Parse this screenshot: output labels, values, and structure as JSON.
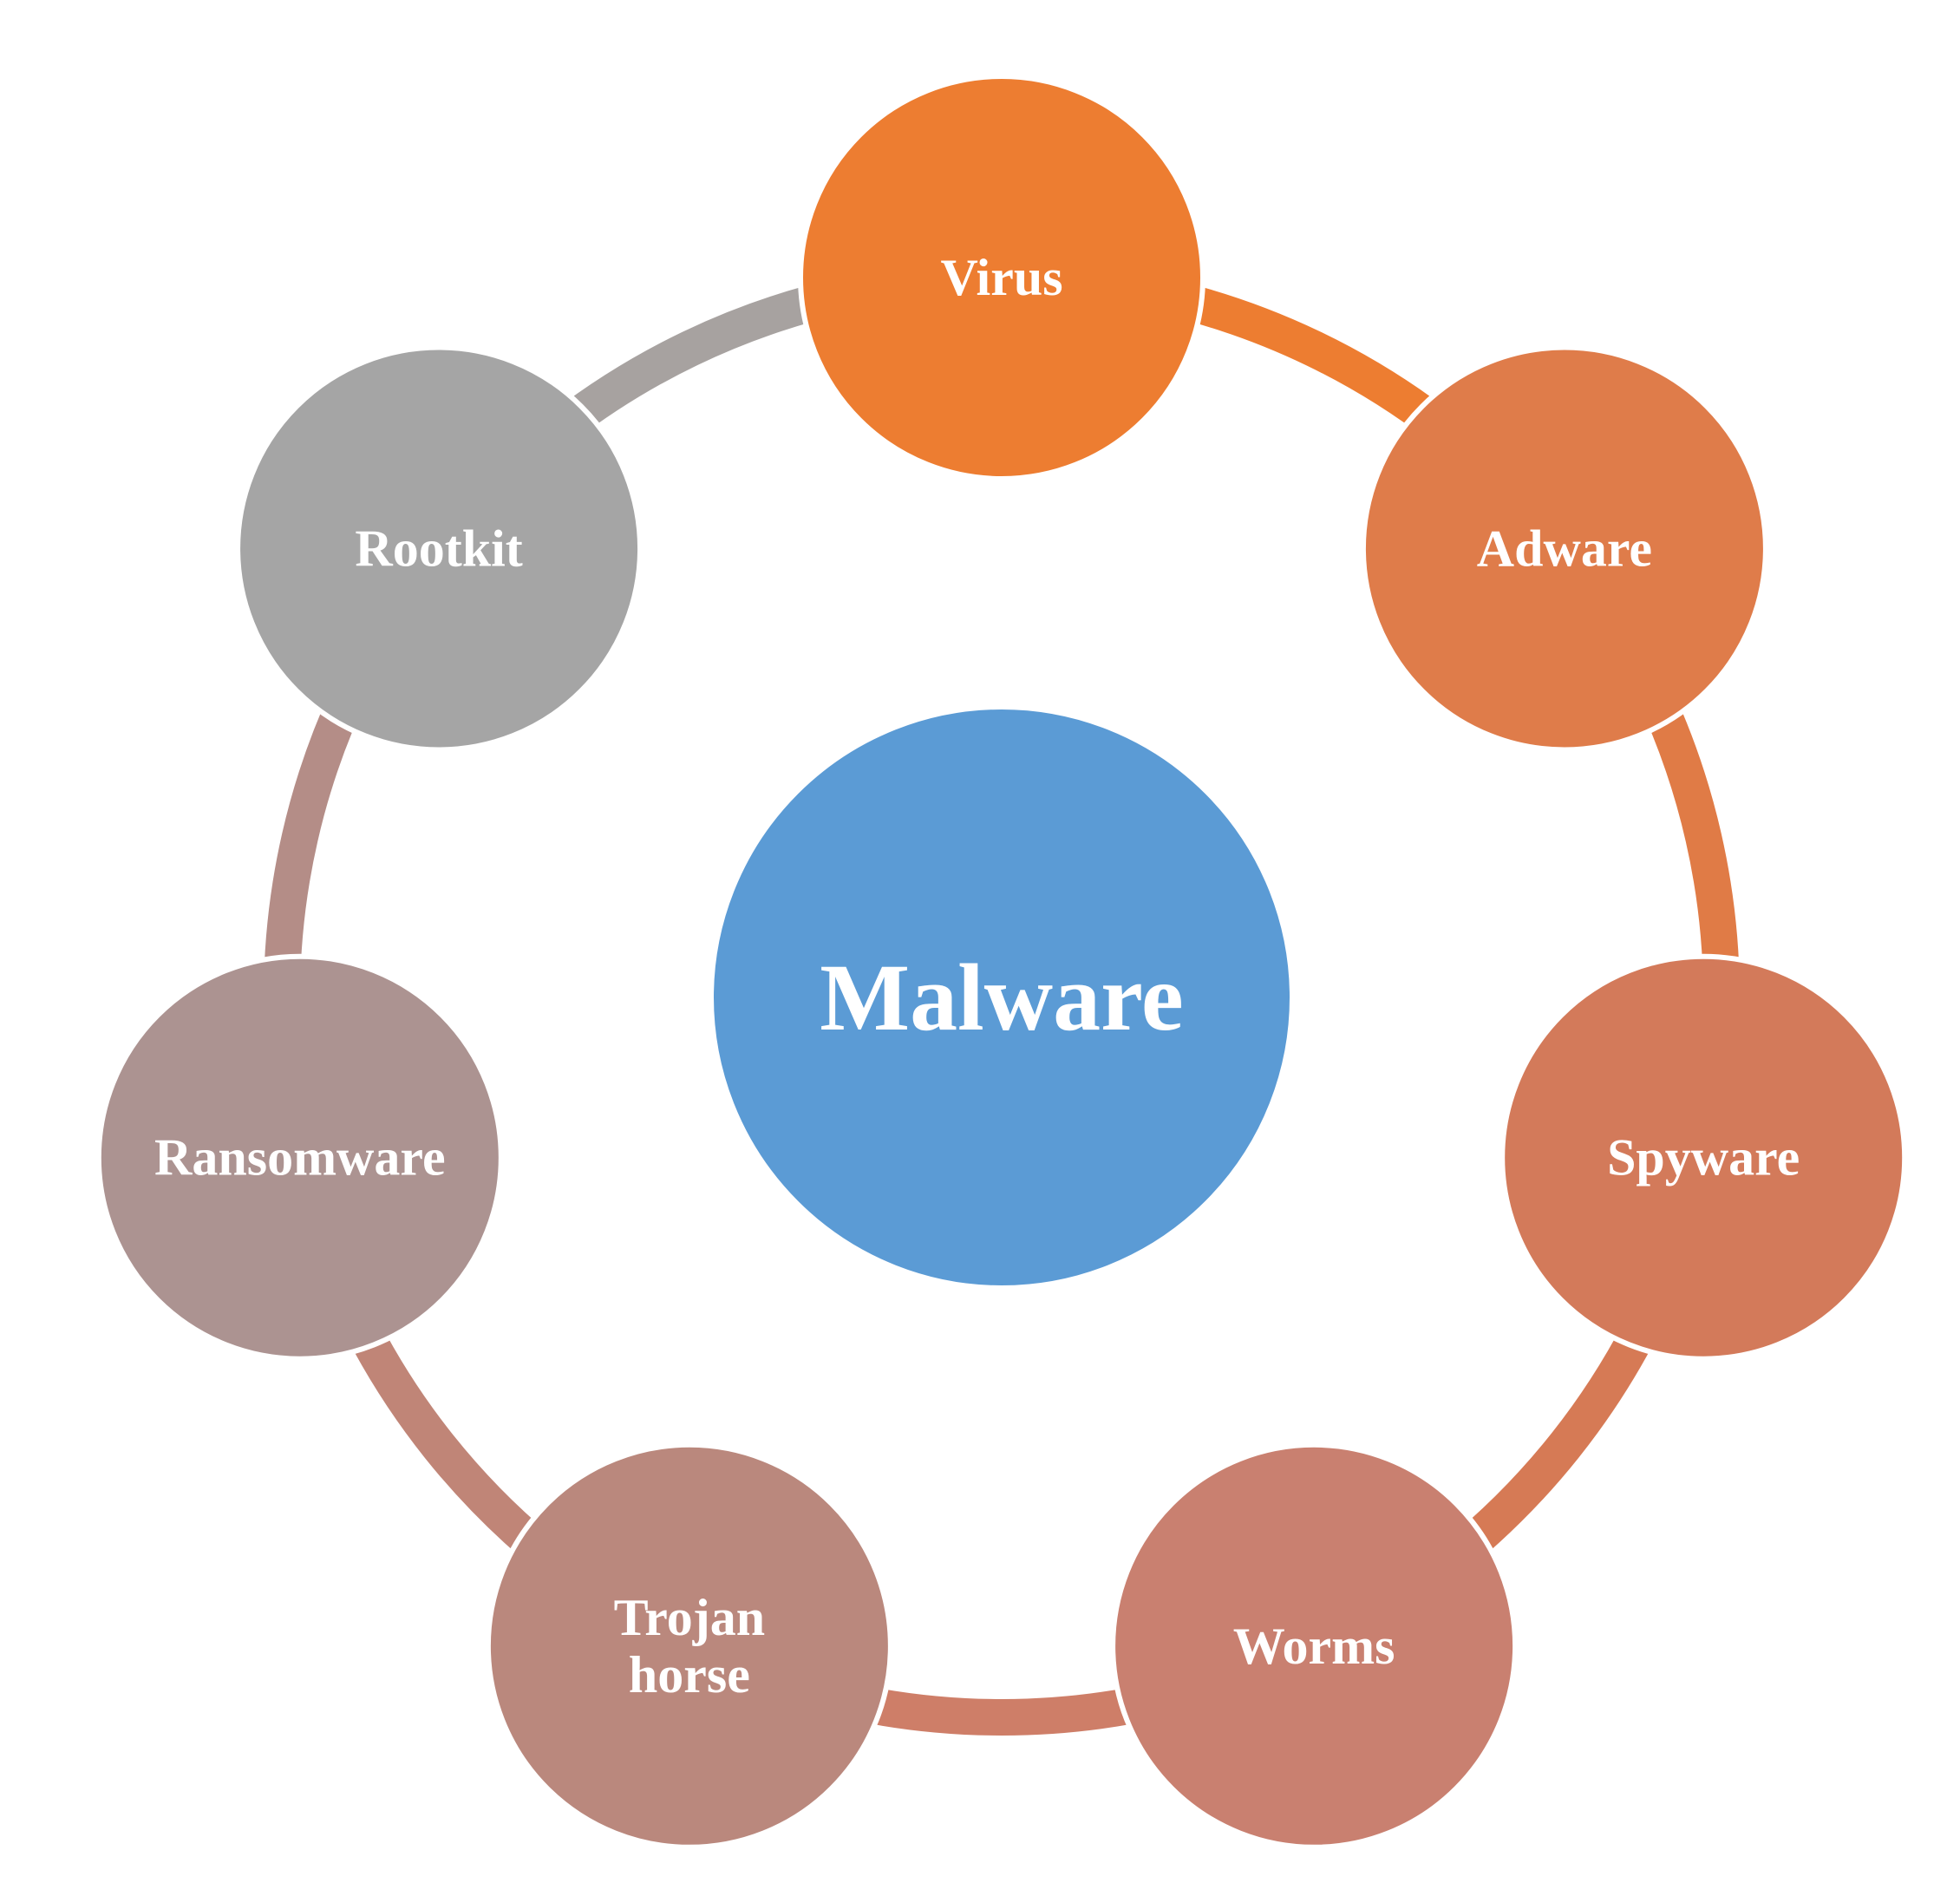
{
  "diagram": {
    "center": {
      "label": "Malware",
      "color": "#5B9BD5"
    },
    "nodes": [
      {
        "id": "virus",
        "lines": [
          "Virus"
        ],
        "color": "#ED7D31",
        "link_color": "#ED7D31"
      },
      {
        "id": "adware",
        "lines": [
          "Adware"
        ],
        "color": "#DF7C4A",
        "link_color": "#E07B46"
      },
      {
        "id": "spyware",
        "lines": [
          "Spyware"
        ],
        "color": "#D37A5A",
        "link_color": "#D67A55"
      },
      {
        "id": "worms",
        "lines": [
          "Worms"
        ],
        "color": "#C98070",
        "link_color": "#CE7E68"
      },
      {
        "id": "trojan-horse",
        "lines": [
          "Trojan",
          "horse"
        ],
        "color": "#BA887D",
        "link_color": "#C08577"
      },
      {
        "id": "ransomware",
        "lines": [
          "Ransomware"
        ],
        "color": "#AC9391",
        "link_color": "#B48D87"
      },
      {
        "id": "rootkit",
        "lines": [
          "Rootkit"
        ],
        "color": "#A5A5A5",
        "link_color": "#A7A2A0"
      }
    ]
  }
}
